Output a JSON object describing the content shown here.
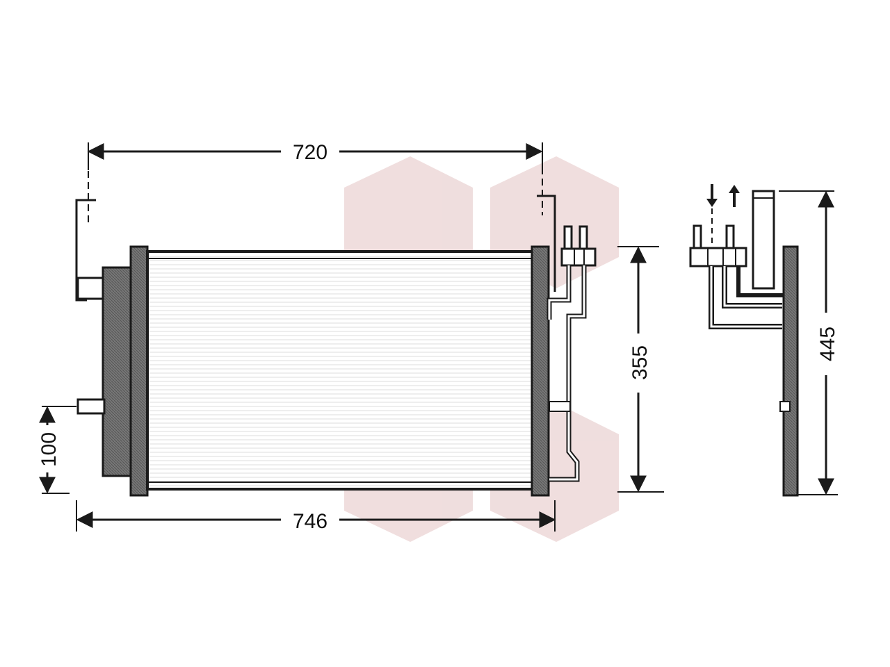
{
  "dimensions": {
    "top_width": "720",
    "bottom_width": "746",
    "core_height": "355",
    "side_height": "445",
    "bracket_offset": "100"
  },
  "colors": {
    "line": "#1a1a1a",
    "watermark": "#c98a8a",
    "core_fill": "#ffffff",
    "tank_fill": "#6a6a6a",
    "dryer_fill": "#555555"
  },
  "views": [
    "front-view",
    "side-view"
  ],
  "watermark": {
    "shape": "hexagon-cluster"
  }
}
